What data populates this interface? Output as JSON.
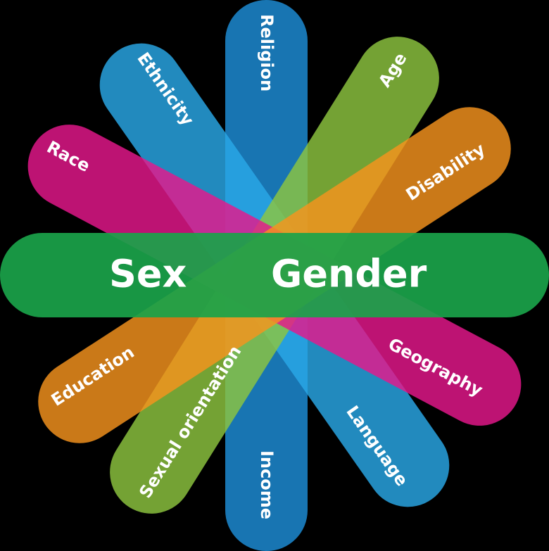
{
  "center": {
    "left_label": "Sex",
    "right_label": "Gender",
    "color": "#1aa34a"
  },
  "petals": [
    {
      "id": "religion",
      "label": "Religion",
      "color": "#1a7fc1"
    },
    {
      "id": "income",
      "label": "Income",
      "color": "#1a7fc1"
    },
    {
      "id": "ethnicity",
      "label": "Ethnicity",
      "color": "#29a8e8"
    },
    {
      "id": "language",
      "label": "Language",
      "color": "#29a8e8"
    },
    {
      "id": "age",
      "label": "Age",
      "color": "#8dc63f"
    },
    {
      "id": "sexual-orientation",
      "label": "Sexual orientation",
      "color": "#8dc63f"
    },
    {
      "id": "race",
      "label": "Race",
      "color": "#e6178c"
    },
    {
      "id": "geography",
      "label": "Geography",
      "color": "#e6178c"
    },
    {
      "id": "disability",
      "label": "Disability",
      "color": "#f7941d"
    },
    {
      "id": "education",
      "label": "Education",
      "color": "#f7941d"
    }
  ]
}
